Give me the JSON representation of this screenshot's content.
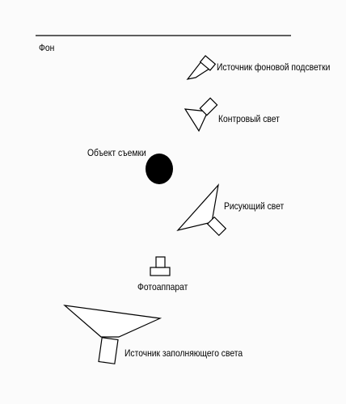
{
  "labels": {
    "background": "Фон",
    "background_light": "Источник фоновой подсветки",
    "rim_light": "Контровый свет",
    "subject": "Объект съемки",
    "key_light": "Рисующий свет",
    "camera": "Фотоаппарат",
    "fill_light": "Источник заполняющего света"
  },
  "colors": {
    "ink": "#000000",
    "canvas": "#fbfbfb"
  }
}
